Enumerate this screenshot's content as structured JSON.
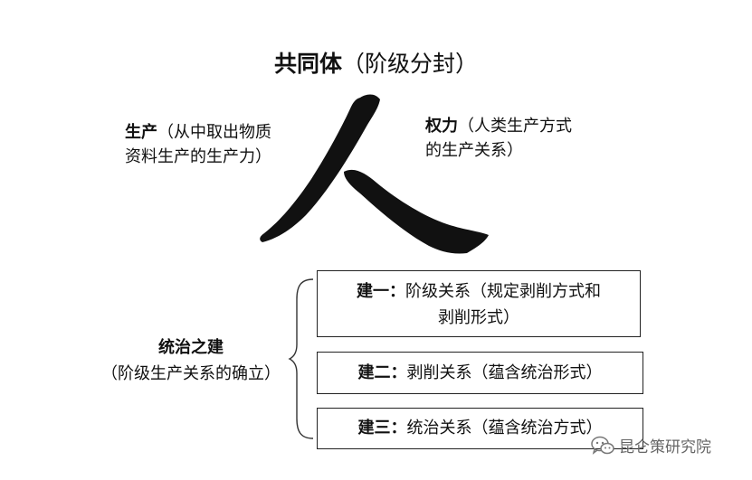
{
  "title": {
    "main": "共同体",
    "sub": "（阶级分封）"
  },
  "left_block": {
    "label": "生产",
    "line1_rest": "（从中取出物质",
    "line2": "资料生产的生产力）"
  },
  "right_block": {
    "label": "权力",
    "line1_rest": "（人类生产方式",
    "line2": "的生产关系）"
  },
  "center_character": "人",
  "rule": {
    "label": "统治之建",
    "sub": "（阶级生产关系的确立）"
  },
  "boxes": [
    {
      "label": "建一：",
      "line1_rest": "阶级关系（规定剥削方式和",
      "line2": "剥削形式）"
    },
    {
      "label": "建二：",
      "text": "剥削关系（蕴含统治形式）"
    },
    {
      "label": "建三：",
      "text": "统治关系（蕴含统治方式）"
    }
  ],
  "watermark": {
    "text": "昆仑策研究院",
    "icon": "wechat-icon"
  }
}
